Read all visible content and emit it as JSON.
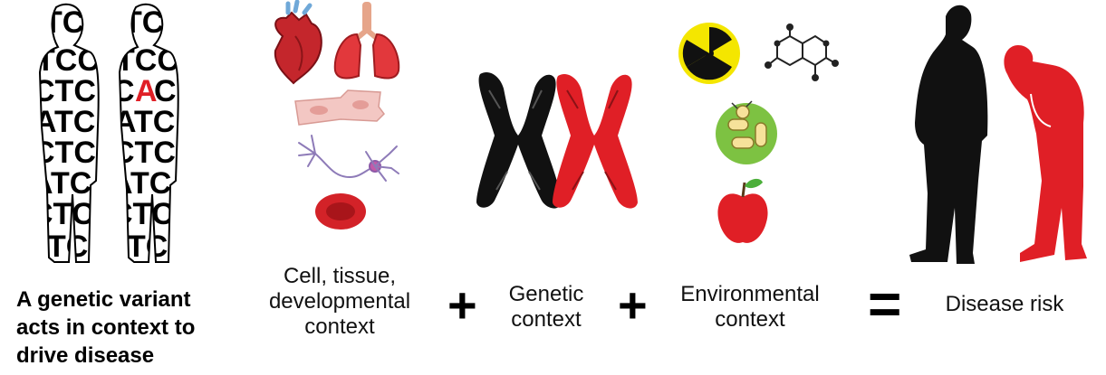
{
  "figure": {
    "main_caption": [
      "A genetic variant",
      "acts in context to",
      "drive disease"
    ],
    "cell_caption": [
      "Cell, tissue,",
      "developmental",
      "context"
    ],
    "genetic_caption": [
      "Genetic",
      "context"
    ],
    "environment_caption": [
      "Environmental",
      "context"
    ],
    "result_caption": "Disease risk",
    "operators": {
      "plus1": "+",
      "plus2": "+",
      "equals": "="
    },
    "variant_letter": "A",
    "colors": {
      "accent_red": "#e01f26",
      "black": "#111111",
      "nucleus_yellow": "#f4e600",
      "bacteria_green": "#7dc242"
    },
    "icons": [
      "human-silhouette-with-dna-letters",
      "heart-icon",
      "lungs-icon",
      "muscle-fiber-icon",
      "neuron-icon",
      "red-blood-cell-icon",
      "chromosome-black-icon",
      "chromosome-red-icon",
      "radiation-icon",
      "chemical-molecule-icon",
      "bacteria-icon",
      "apple-icon",
      "standing-man-silhouette",
      "sick-man-silhouette"
    ]
  }
}
